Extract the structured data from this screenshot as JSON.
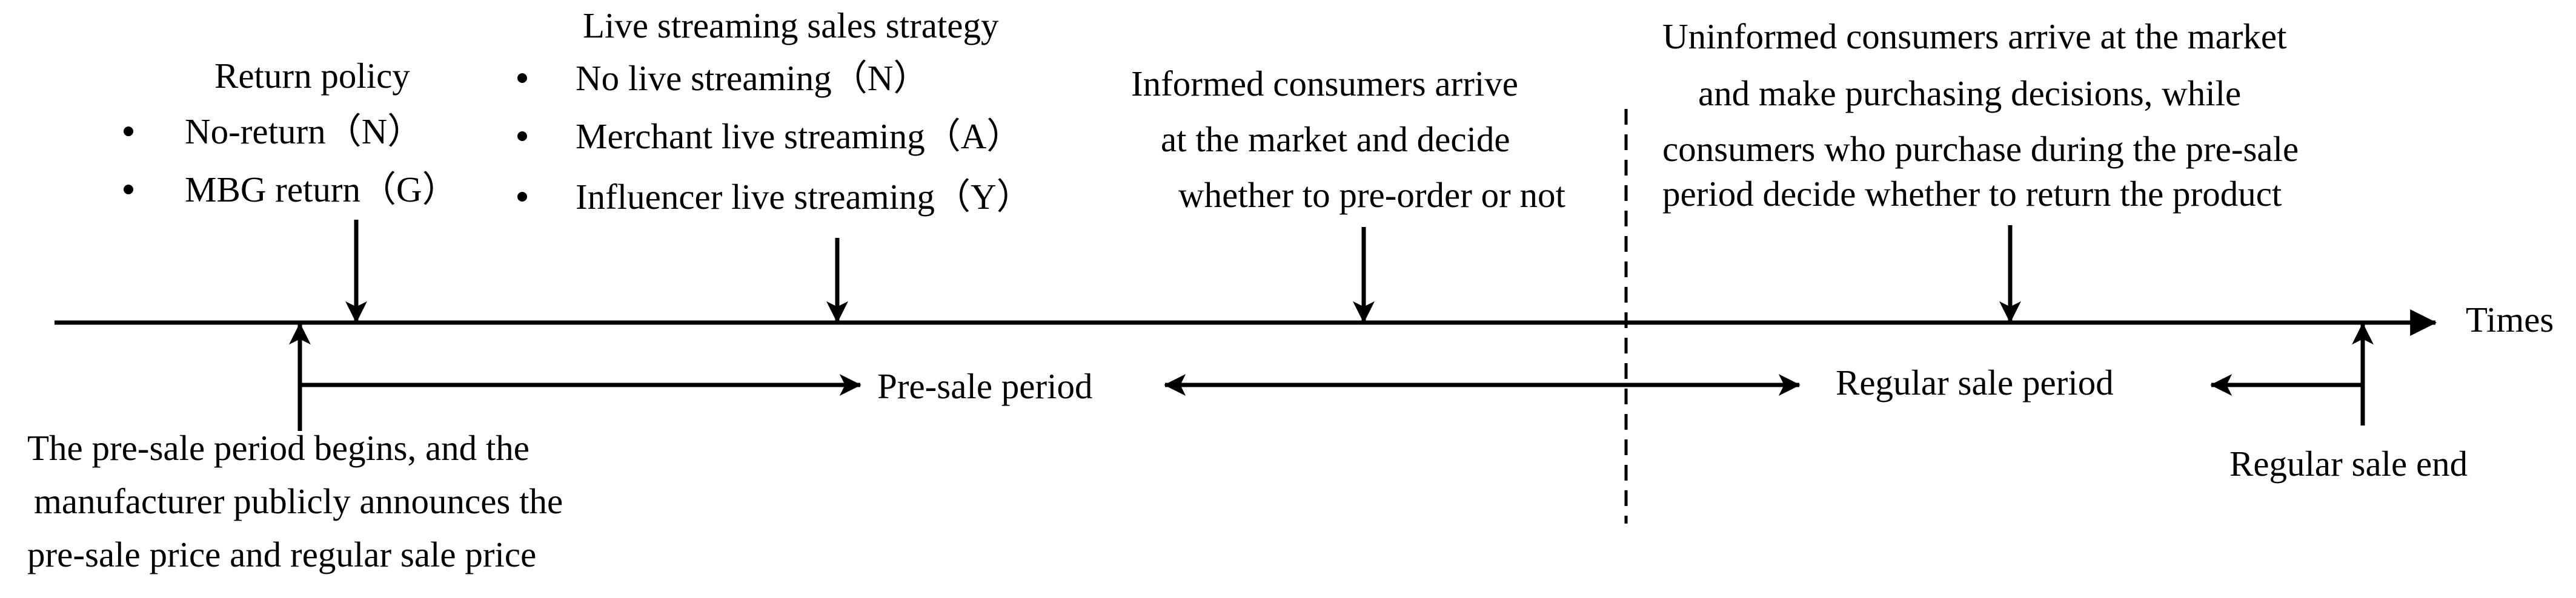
{
  "return_policy": {
    "title": "Return policy",
    "items": [
      "No-return（N）",
      "MBG return（G）"
    ]
  },
  "live_streaming": {
    "title": "Live streaming sales strategy",
    "items": [
      "No live streaming（N）",
      "Merchant live streaming（A）",
      "Influencer live streaming（Y）"
    ]
  },
  "informed_consumers": {
    "lines": [
      "Informed consumers arrive",
      "at the market and decide",
      "whether to pre-order or not"
    ]
  },
  "uninformed_consumers": {
    "lines": [
      "Uninformed consumers arrive at the market",
      "and make purchasing decisions, while",
      "consumers who purchase during the pre-sale",
      "period decide whether to return the product"
    ]
  },
  "axis_label": "Times",
  "presale_label": "Pre-sale period",
  "regular_label": "Regular sale period",
  "presale_begins": {
    "lines": [
      "The pre-sale period begins, and the",
      "manufacturer publicly announces the",
      "pre-sale price and regular sale price"
    ]
  },
  "regular_end": "Regular sale end"
}
